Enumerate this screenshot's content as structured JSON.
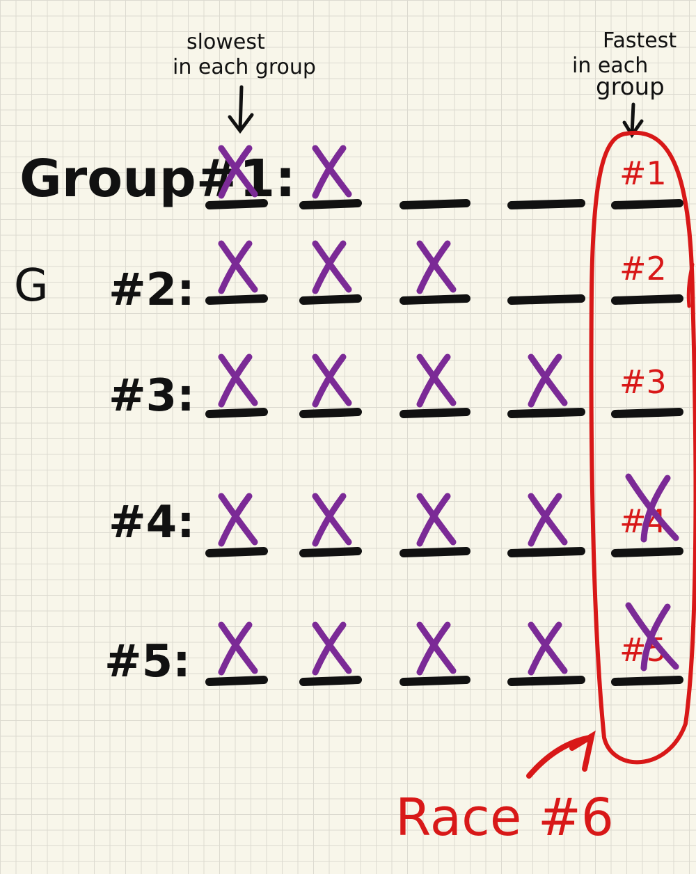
{
  "annotations": {
    "slowest_line1": "slowest",
    "slowest_line2": "in each group",
    "fastest_line1": "Fastest",
    "fastest_line2": "in each",
    "fastest_line3": "group",
    "race_label": "Race #6",
    "stray_letter": "G"
  },
  "rows": [
    {
      "label": "Group#1:",
      "marks": [
        "X",
        "X",
        "",
        "",
        ""
      ],
      "ranking": "#1",
      "ranking_crossed": false
    },
    {
      "label": "#2:",
      "marks": [
        "X",
        "X",
        "X",
        "",
        ""
      ],
      "ranking": "#2",
      "ranking_crossed": false
    },
    {
      "label": "#3:",
      "marks": [
        "X",
        "X",
        "X",
        "X",
        ""
      ],
      "ranking": "#3",
      "ranking_crossed": false
    },
    {
      "label": "#4:",
      "marks": [
        "X",
        "X",
        "X",
        "X",
        ""
      ],
      "ranking": "#4",
      "ranking_crossed": true
    },
    {
      "label": "#5:",
      "marks": [
        "X",
        "X",
        "X",
        "X",
        ""
      ],
      "ranking": "#5",
      "ranking_crossed": true
    }
  ],
  "colors": {
    "background": "#f8f6ea",
    "grid": "#dcdad0",
    "ink": "#111111",
    "cross_mark": "#7b2a96",
    "highlight": "#d81818"
  }
}
